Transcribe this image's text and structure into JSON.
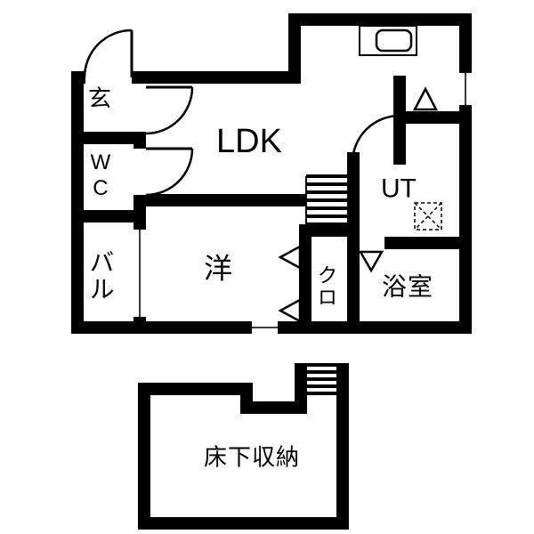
{
  "rooms": {
    "ldk": {
      "label": "LDK"
    },
    "entrance": {
      "label": "玄"
    },
    "toilet": {
      "label": "WC"
    },
    "balcony": {
      "label": "バル"
    },
    "western_room": {
      "label": "洋"
    },
    "closet": {
      "label": "クロ"
    },
    "utility": {
      "label": "UT"
    },
    "bathroom": {
      "label": "浴室"
    },
    "underfloor_storage": {
      "label": "床下収納"
    }
  },
  "symbols": {
    "kitchen_sink": "kitchen-sink-icon",
    "washing_machine": "washing-machine-icon",
    "upper_stairs": "stairs-icon",
    "lower_stairs": "stairs-icon",
    "entrance_door": "door-swing-arc",
    "genkan_door": "door-swing-arc",
    "wc_door": "door-swing-arc",
    "ut_door": "door-swing-arc",
    "step_marker_up": "triangle-up-icon",
    "bath_door_marker": "triangle-down-icon",
    "closet_door_markers": "triangle-left-icon"
  },
  "colors": {
    "wall": "#000000",
    "background": "#ffffff",
    "text": "#000000"
  }
}
